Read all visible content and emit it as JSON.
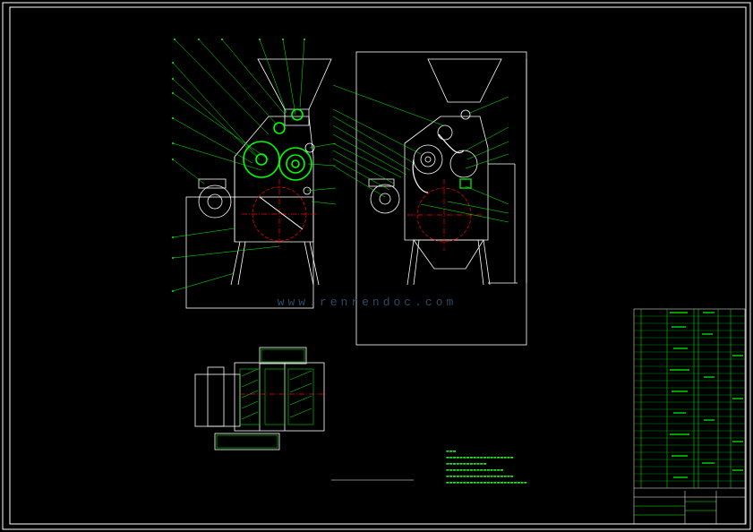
{
  "drawing": {
    "background": "#000000",
    "line_color": "#ffffff",
    "callout_color": "#00ff00",
    "hatch_color": "#00ff00",
    "centerline_color": "#ff0000",
    "title_block_color": "#00ff00"
  },
  "watermark": {
    "text": "www.renrendoc.com",
    "color": "#2a4a66"
  },
  "views": [
    {
      "name": "front-view"
    },
    {
      "name": "side-view"
    },
    {
      "name": "section-view"
    }
  ],
  "callouts": {
    "front_view_count": 19,
    "side_view_count": 16
  }
}
